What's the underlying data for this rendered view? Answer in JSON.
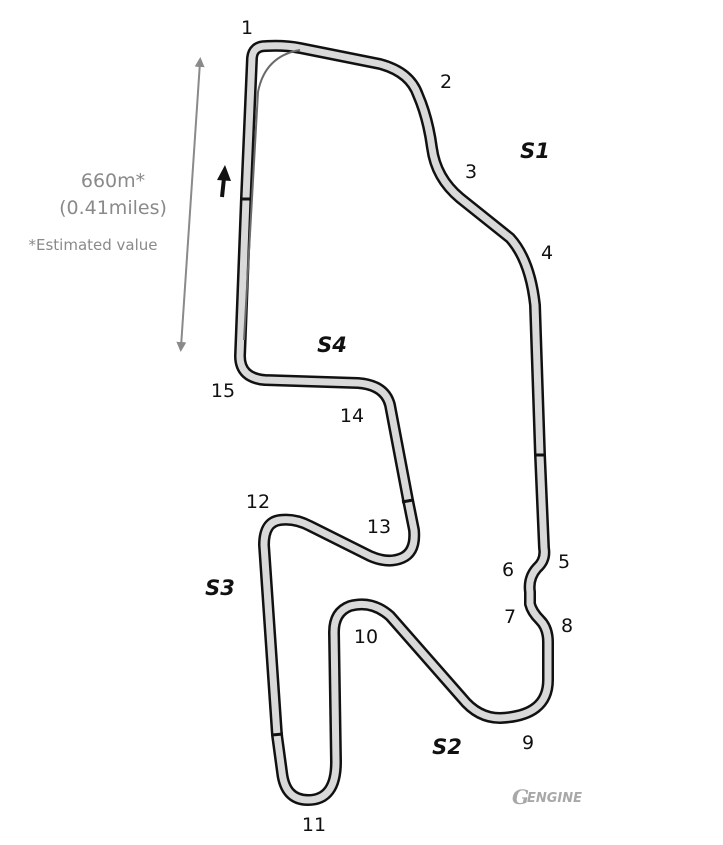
{
  "track": {
    "track_color": "#d9d9d9",
    "outline_color": "#111111",
    "turns": [
      {
        "id": "1",
        "label": "1"
      },
      {
        "id": "2",
        "label": "2"
      },
      {
        "id": "3",
        "label": "3"
      },
      {
        "id": "4",
        "label": "4"
      },
      {
        "id": "5",
        "label": "5"
      },
      {
        "id": "6",
        "label": "6"
      },
      {
        "id": "7",
        "label": "7"
      },
      {
        "id": "8",
        "label": "8"
      },
      {
        "id": "9",
        "label": "9"
      },
      {
        "id": "10",
        "label": "10"
      },
      {
        "id": "11",
        "label": "11"
      },
      {
        "id": "12",
        "label": "12"
      },
      {
        "id": "13",
        "label": "13"
      },
      {
        "id": "14",
        "label": "14"
      },
      {
        "id": "15",
        "label": "15"
      }
    ],
    "sectors": [
      {
        "id": "s1",
        "label": "S1"
      },
      {
        "id": "s2",
        "label": "S2"
      },
      {
        "id": "s3",
        "label": "S3"
      },
      {
        "id": "s4",
        "label": "S4"
      }
    ]
  },
  "measurement": {
    "length_value": "660m*",
    "length_miles": "(0.41miles)",
    "note": "*Estimated value",
    "line_color": "#8a8a8a"
  },
  "logo": {
    "mark": "G",
    "text": "ENGINE"
  },
  "icons": {
    "direction": "up-arrow-icon"
  }
}
